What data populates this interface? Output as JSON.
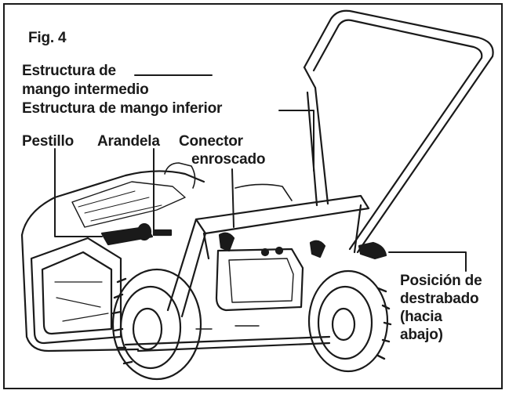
{
  "figure": {
    "fig_label": "Fig. 4",
    "labels": {
      "mid_handle": [
        "Estructura de",
        "mango intermedio"
      ],
      "lower_handle": "Estructura de mango inferior",
      "latch": "Pestillo",
      "washer": "Arandela",
      "threaded_connector": [
        "Conector",
        "enroscado"
      ],
      "unlocked_position": [
        "Posición de",
        "destrabado",
        "(hacia",
        "abajo)"
      ]
    }
  }
}
